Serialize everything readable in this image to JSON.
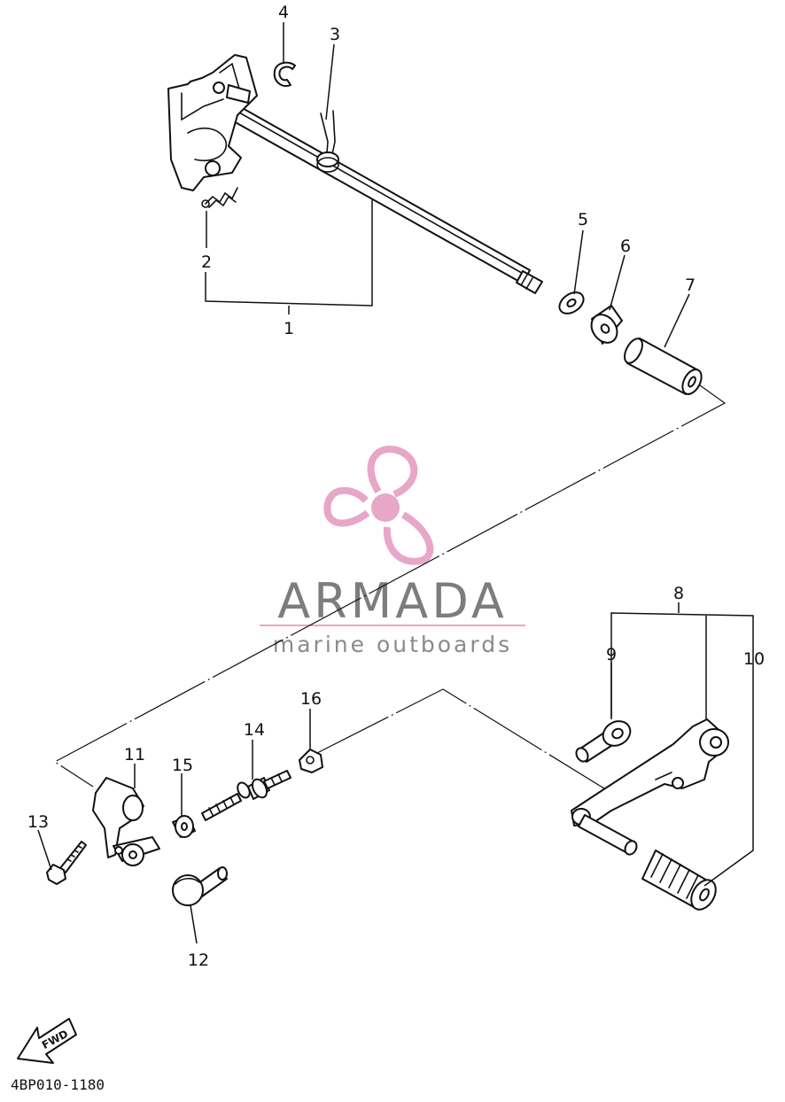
{
  "watermark": {
    "brand": "ARMADA",
    "tagline": "marine outboards",
    "logo_icon": "propeller-logo-icon",
    "brand_color": "#7d7d7d",
    "accent_color": "#e8a6c8"
  },
  "callouts": {
    "c1": "1",
    "c2": "2",
    "c3": "3",
    "c4": "4",
    "c5": "5",
    "c6": "6",
    "c7": "7",
    "c8": "8",
    "c9": "9",
    "c10": "10",
    "c11": "11",
    "c12": "12",
    "c13": "13",
    "c14": "14",
    "c15": "15",
    "c16": "16"
  },
  "fwd_label": "FWD",
  "ref_code": "4BP010-1180"
}
